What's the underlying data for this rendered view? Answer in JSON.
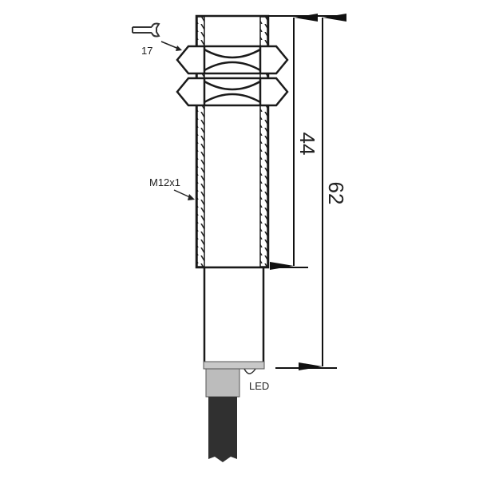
{
  "labels": {
    "wrench_size": "17",
    "thread": "M12x1",
    "led": "LED",
    "dim_thread_length": "44",
    "dim_total_length": "62"
  },
  "colors": {
    "line": "#1a1a1a",
    "connector": "#bcbcbc",
    "cable": "#303030"
  }
}
